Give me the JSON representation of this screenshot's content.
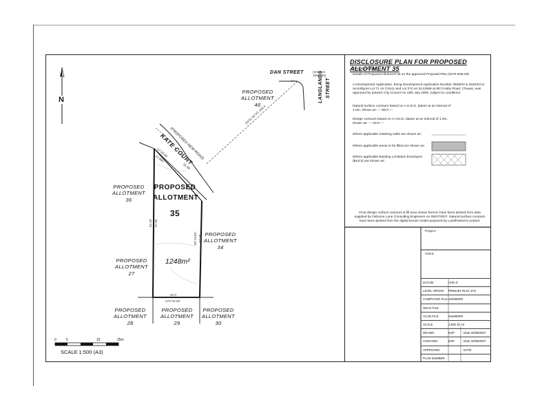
{
  "title": "DISCLOSURE PLAN FOR PROPOSED ALLOTMENT 35",
  "north": "N",
  "streets": {
    "dan": "DAN STREET",
    "langlands_1": "LANGLANDS",
    "langlands_2": "STREET",
    "kate_court": "KATE COURT",
    "kate_court_sub": "(PROPOSED NEW ROAD)"
  },
  "lots": {
    "lot46": {
      "line1": "PROPOSED",
      "line2": "ALLOTMENT",
      "num": "46"
    },
    "lot36": {
      "line1": "PROPOSED",
      "line2": "ALLOTMENT",
      "num": "36"
    },
    "lot35": {
      "line1": "PROPOSED",
      "line2": "ALLOTMENT",
      "num": "35",
      "area": "1248m²"
    },
    "lot34": {
      "line1": "PROPOSED",
      "line2": "ALLOTMENT",
      "num": "34"
    },
    "lot27": {
      "line1": "PROPOSED",
      "line2": "ALLOTMENT",
      "num": "27"
    },
    "lot28": {
      "line1": "PROPOSED",
      "line2": "ALLOTMENT",
      "num": "28"
    },
    "lot29": {
      "line1": "PROPOSED",
      "line2": "ALLOTMENT",
      "num": "29"
    },
    "lot30": {
      "line1": "PROPOSED",
      "line2": "ALLOTMENT",
      "num": "30"
    }
  },
  "dims": {
    "corner": "(2m 3 on 1594745)",
    "diag": "(N75) 36°43' 188.4",
    "d1": "12°20'40\"",
    "d2": "67.88",
    "d3": "20.0",
    "d4": "270°24'40\"",
    "d5": "62.30",
    "d6": "90°24'40\"",
    "d7": "67.88",
    "d8": "12.889",
    "d9": "55.38"
  },
  "notes": {
    "intro": "This plan shows:",
    "p1": "Details of Proposed Allotment 35 on the approved Proposal Plan (0370.R06-09)",
    "p2": "A Development Application, being Development Application Number 3638/03 & 3640/03 to reconfigure Lot 71 on C3441 and Lot 274 on SL12568 at Mt Crosby Road, Chuwar, was approved by Ipswich City Council on 15th July 2005, subject to conditions.",
    "p3": "Natural surface contours based on A.H.D.D. datum at an interval of 1.0m, shown as: ----56.0----",
    "p4": "Design contours based on A.H.D.D. datum at an interval of 1.0m, shown as: ----43.0----",
    "leg1": "Where applicable retaining walls are shown as:",
    "leg2": "Where applicable areas to be filled are shown as:",
    "leg3": "Where applicable Building Limitation Envelopes (BLE's) are shown as:",
    "footnote": "Final design surface contours & fill area shown hereon have been plotted from data supplied by Osborne Lane Consulting Engineers on 05/07/2007. Natural surface contours have been plotted from the digital terrain model prepared by LandPartners Limited."
  },
  "title_block": {
    "project": "Project:",
    "client": "Client:",
    "rows": [
      {
        "label": "DATUM",
        "value": "AHD D",
        "extra": ""
      },
      {
        "label": "LEVEL ORIGIN",
        "value": "PM62451 RL57.47m",
        "extra": ""
      },
      {
        "label": "COMPUTER FILE",
        "value": "45490DR9",
        "extra": ""
      },
      {
        "label": "ODAS FILE",
        "value": "",
        "extra": ""
      },
      {
        "label": "ACAD FILE",
        "value": "45490DR9",
        "extra": ""
      },
      {
        "label": "SCALE",
        "value": "1:500 @ A3",
        "extra": ""
      },
      {
        "label": "DRAWN",
        "value": "MJP",
        "extra": "Date 20/08/2007"
      },
      {
        "label": "CHECKED",
        "value": "MJP",
        "extra": "Date 20/08/2007"
      },
      {
        "label": "APPROVED",
        "value": "",
        "extra": "DATE"
      },
      {
        "label": "PLAN NUMBER",
        "value": "",
        "extra": ""
      }
    ]
  },
  "scale": {
    "label": "SCALE 1:500 (A3)",
    "t0": "0",
    "t5": "5",
    "t15": "15",
    "t25": "25m"
  }
}
